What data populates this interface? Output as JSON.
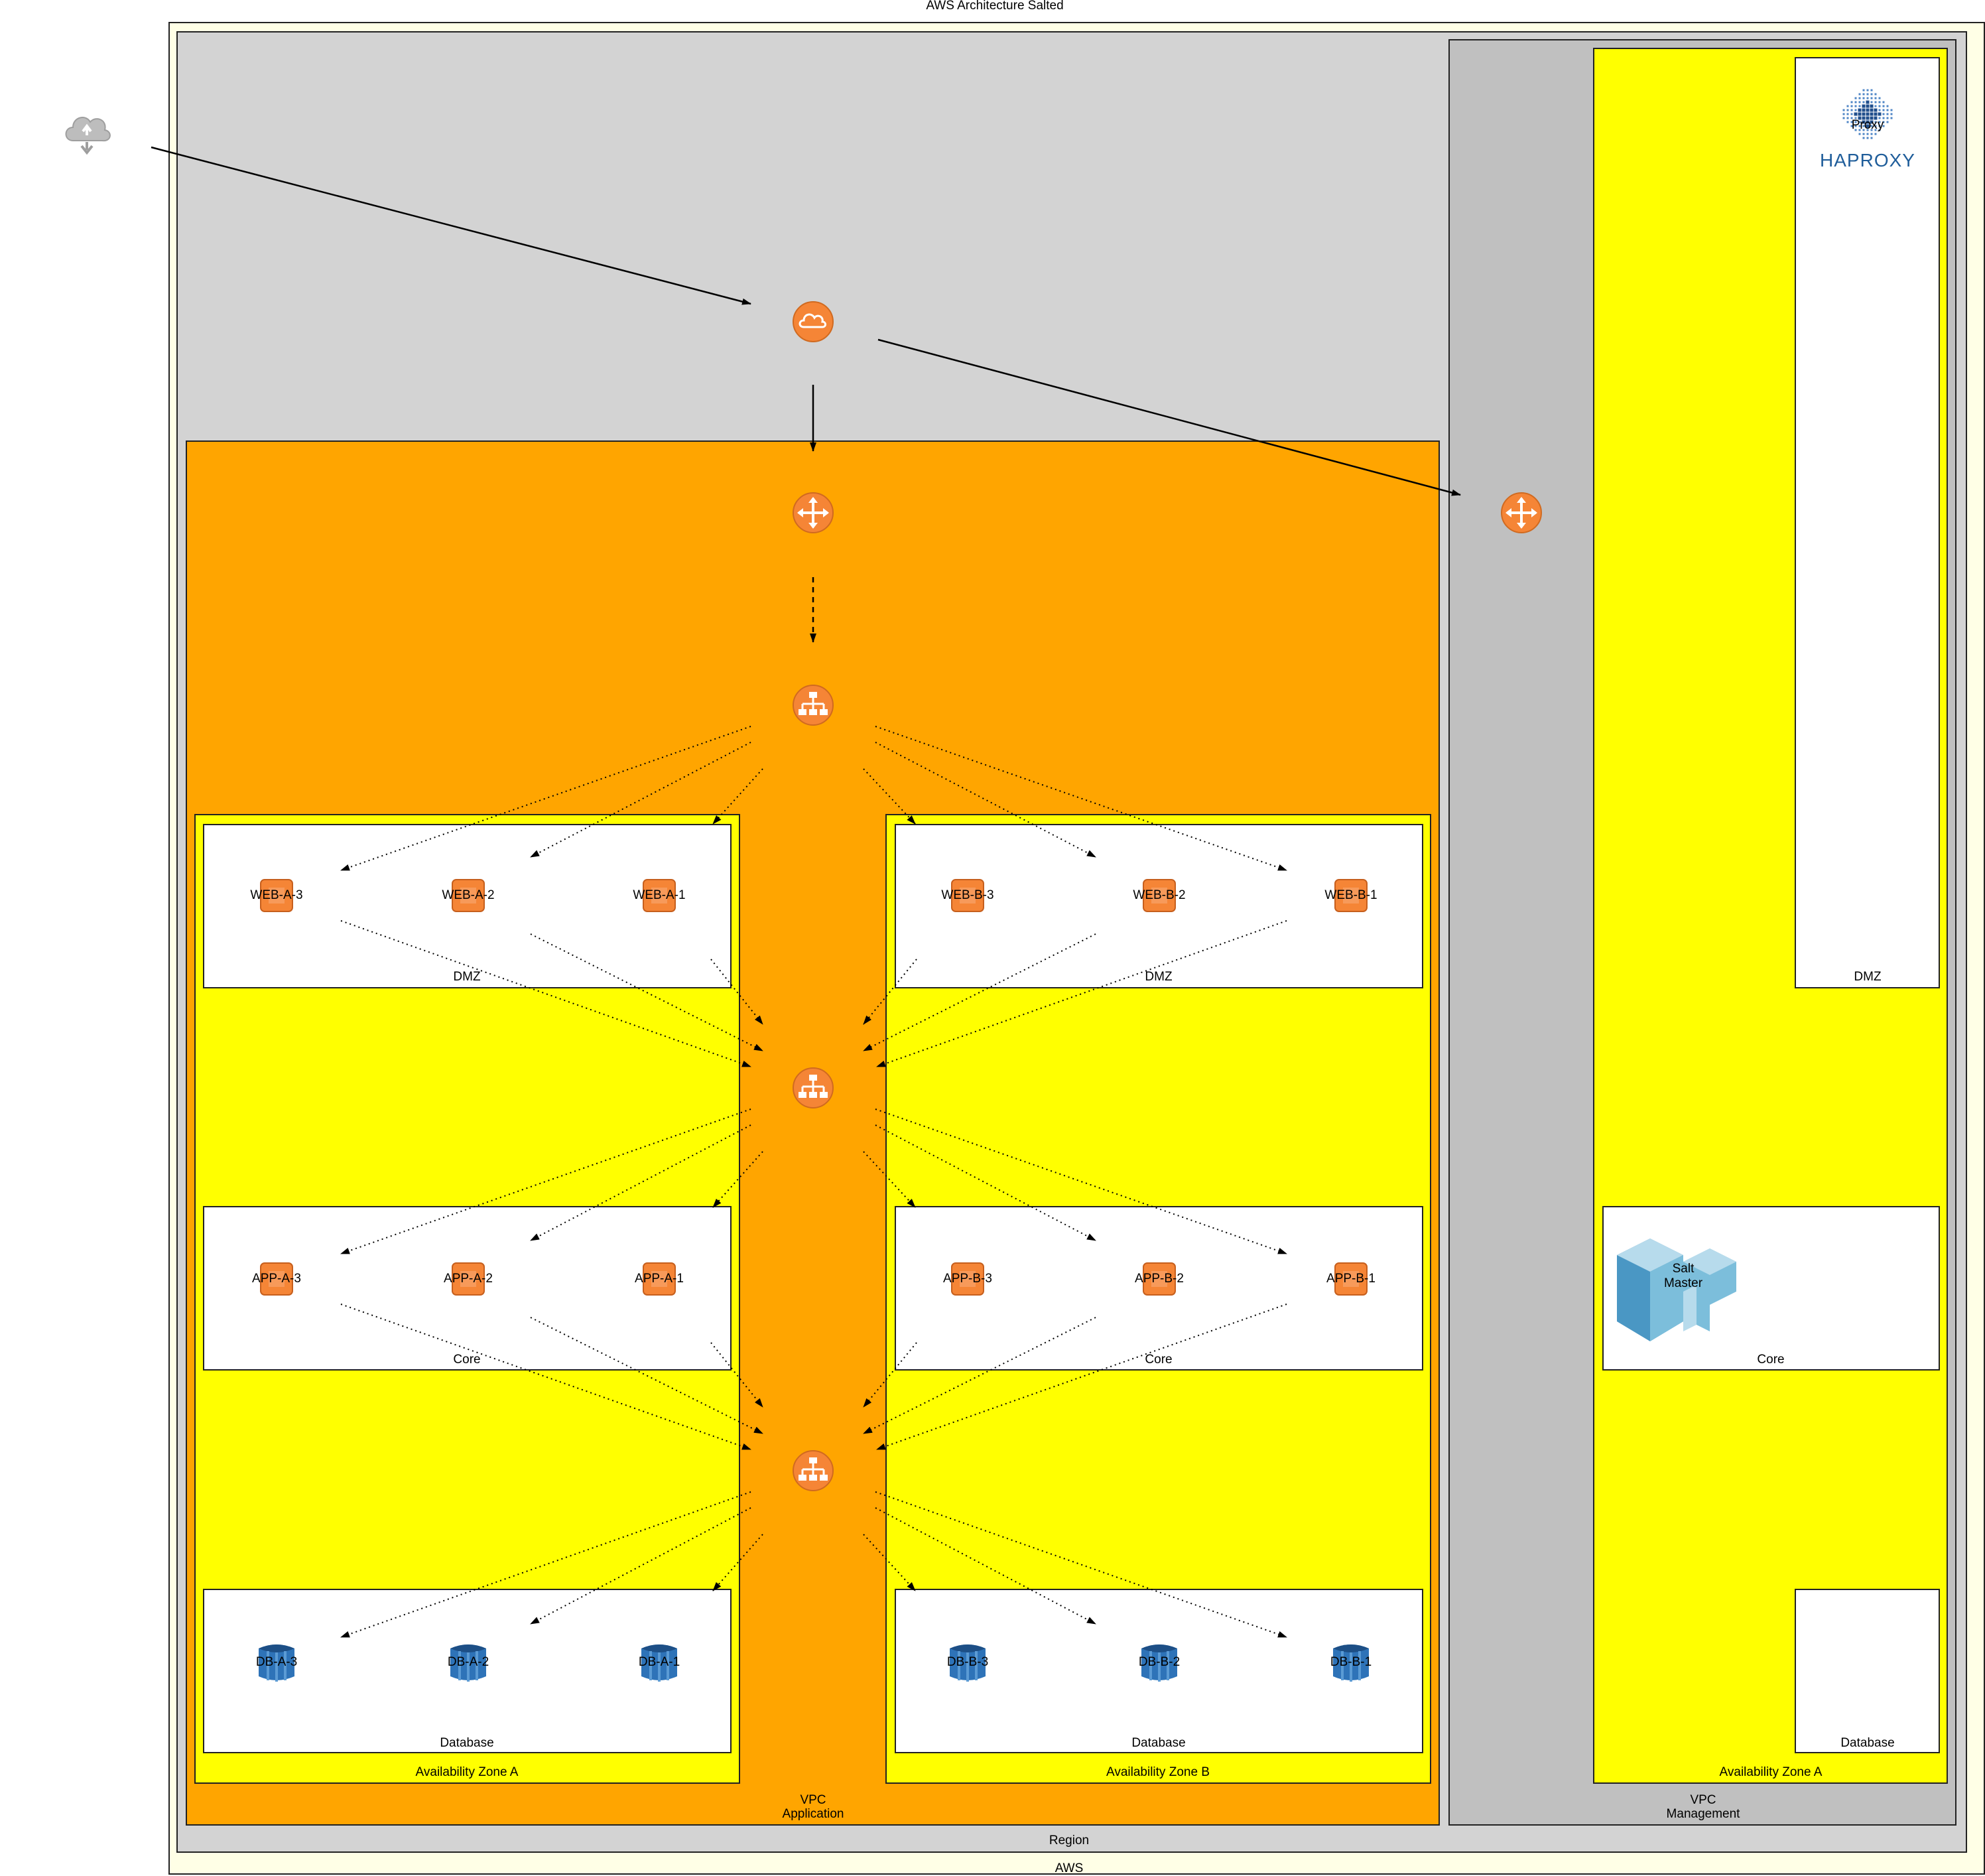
{
  "diagram": {
    "title": "AWS Architecture Salted",
    "aws_label": "AWS",
    "region_label": "Region",
    "vpc_app": {
      "line1": "VPC",
      "line2": "Application"
    },
    "vpc_mgmt": {
      "line1": "VPC",
      "line2": "Management"
    },
    "az_a_label": "Availability Zone A",
    "az_b_label": "Availability Zone B",
    "mgmt_az_label": "Availability Zone A",
    "subnets": {
      "dmz": "DMZ",
      "core": "Core",
      "database": "Database"
    },
    "web_a": [
      "WEB-A-3",
      "WEB-A-2",
      "WEB-A-1"
    ],
    "web_b": [
      "WEB-B-3",
      "WEB-B-2",
      "WEB-B-1"
    ],
    "app_a": [
      "APP-A-3",
      "APP-A-2",
      "APP-A-1"
    ],
    "app_b": [
      "APP-B-3",
      "APP-B-2",
      "APP-B-1"
    ],
    "db_a": [
      "DB-A-3",
      "DB-A-2",
      "DB-A-1"
    ],
    "db_b": [
      "DB-B-3",
      "DB-B-2",
      "DB-B-1"
    ],
    "haproxy": {
      "badge": "Proxy",
      "logo": "HAPROXY"
    },
    "salt": {
      "line1": "Salt",
      "line2": "Master"
    },
    "colors": {
      "aws_bg": "#ffffe6",
      "region_bg": "#d3d3d3",
      "vpc_app_bg": "#ffa500",
      "vpc_mgmt_bg": "#c0c0c0",
      "az_bg": "#ffff00",
      "subnet_bg": "#ffffff",
      "aws_orange": "#f58536",
      "db_blue": "#2e73b8"
    },
    "icons": {
      "internet": "cloud-upload-icon",
      "igw": "internet-gateway-cloud-icon",
      "router": "router-icon",
      "elb": "load-balancer-icon",
      "instance": "ec2-instance-icon",
      "database": "rds-database-icon",
      "haproxy": "haproxy-logo",
      "salt": "salt-master-cube-icon"
    }
  }
}
